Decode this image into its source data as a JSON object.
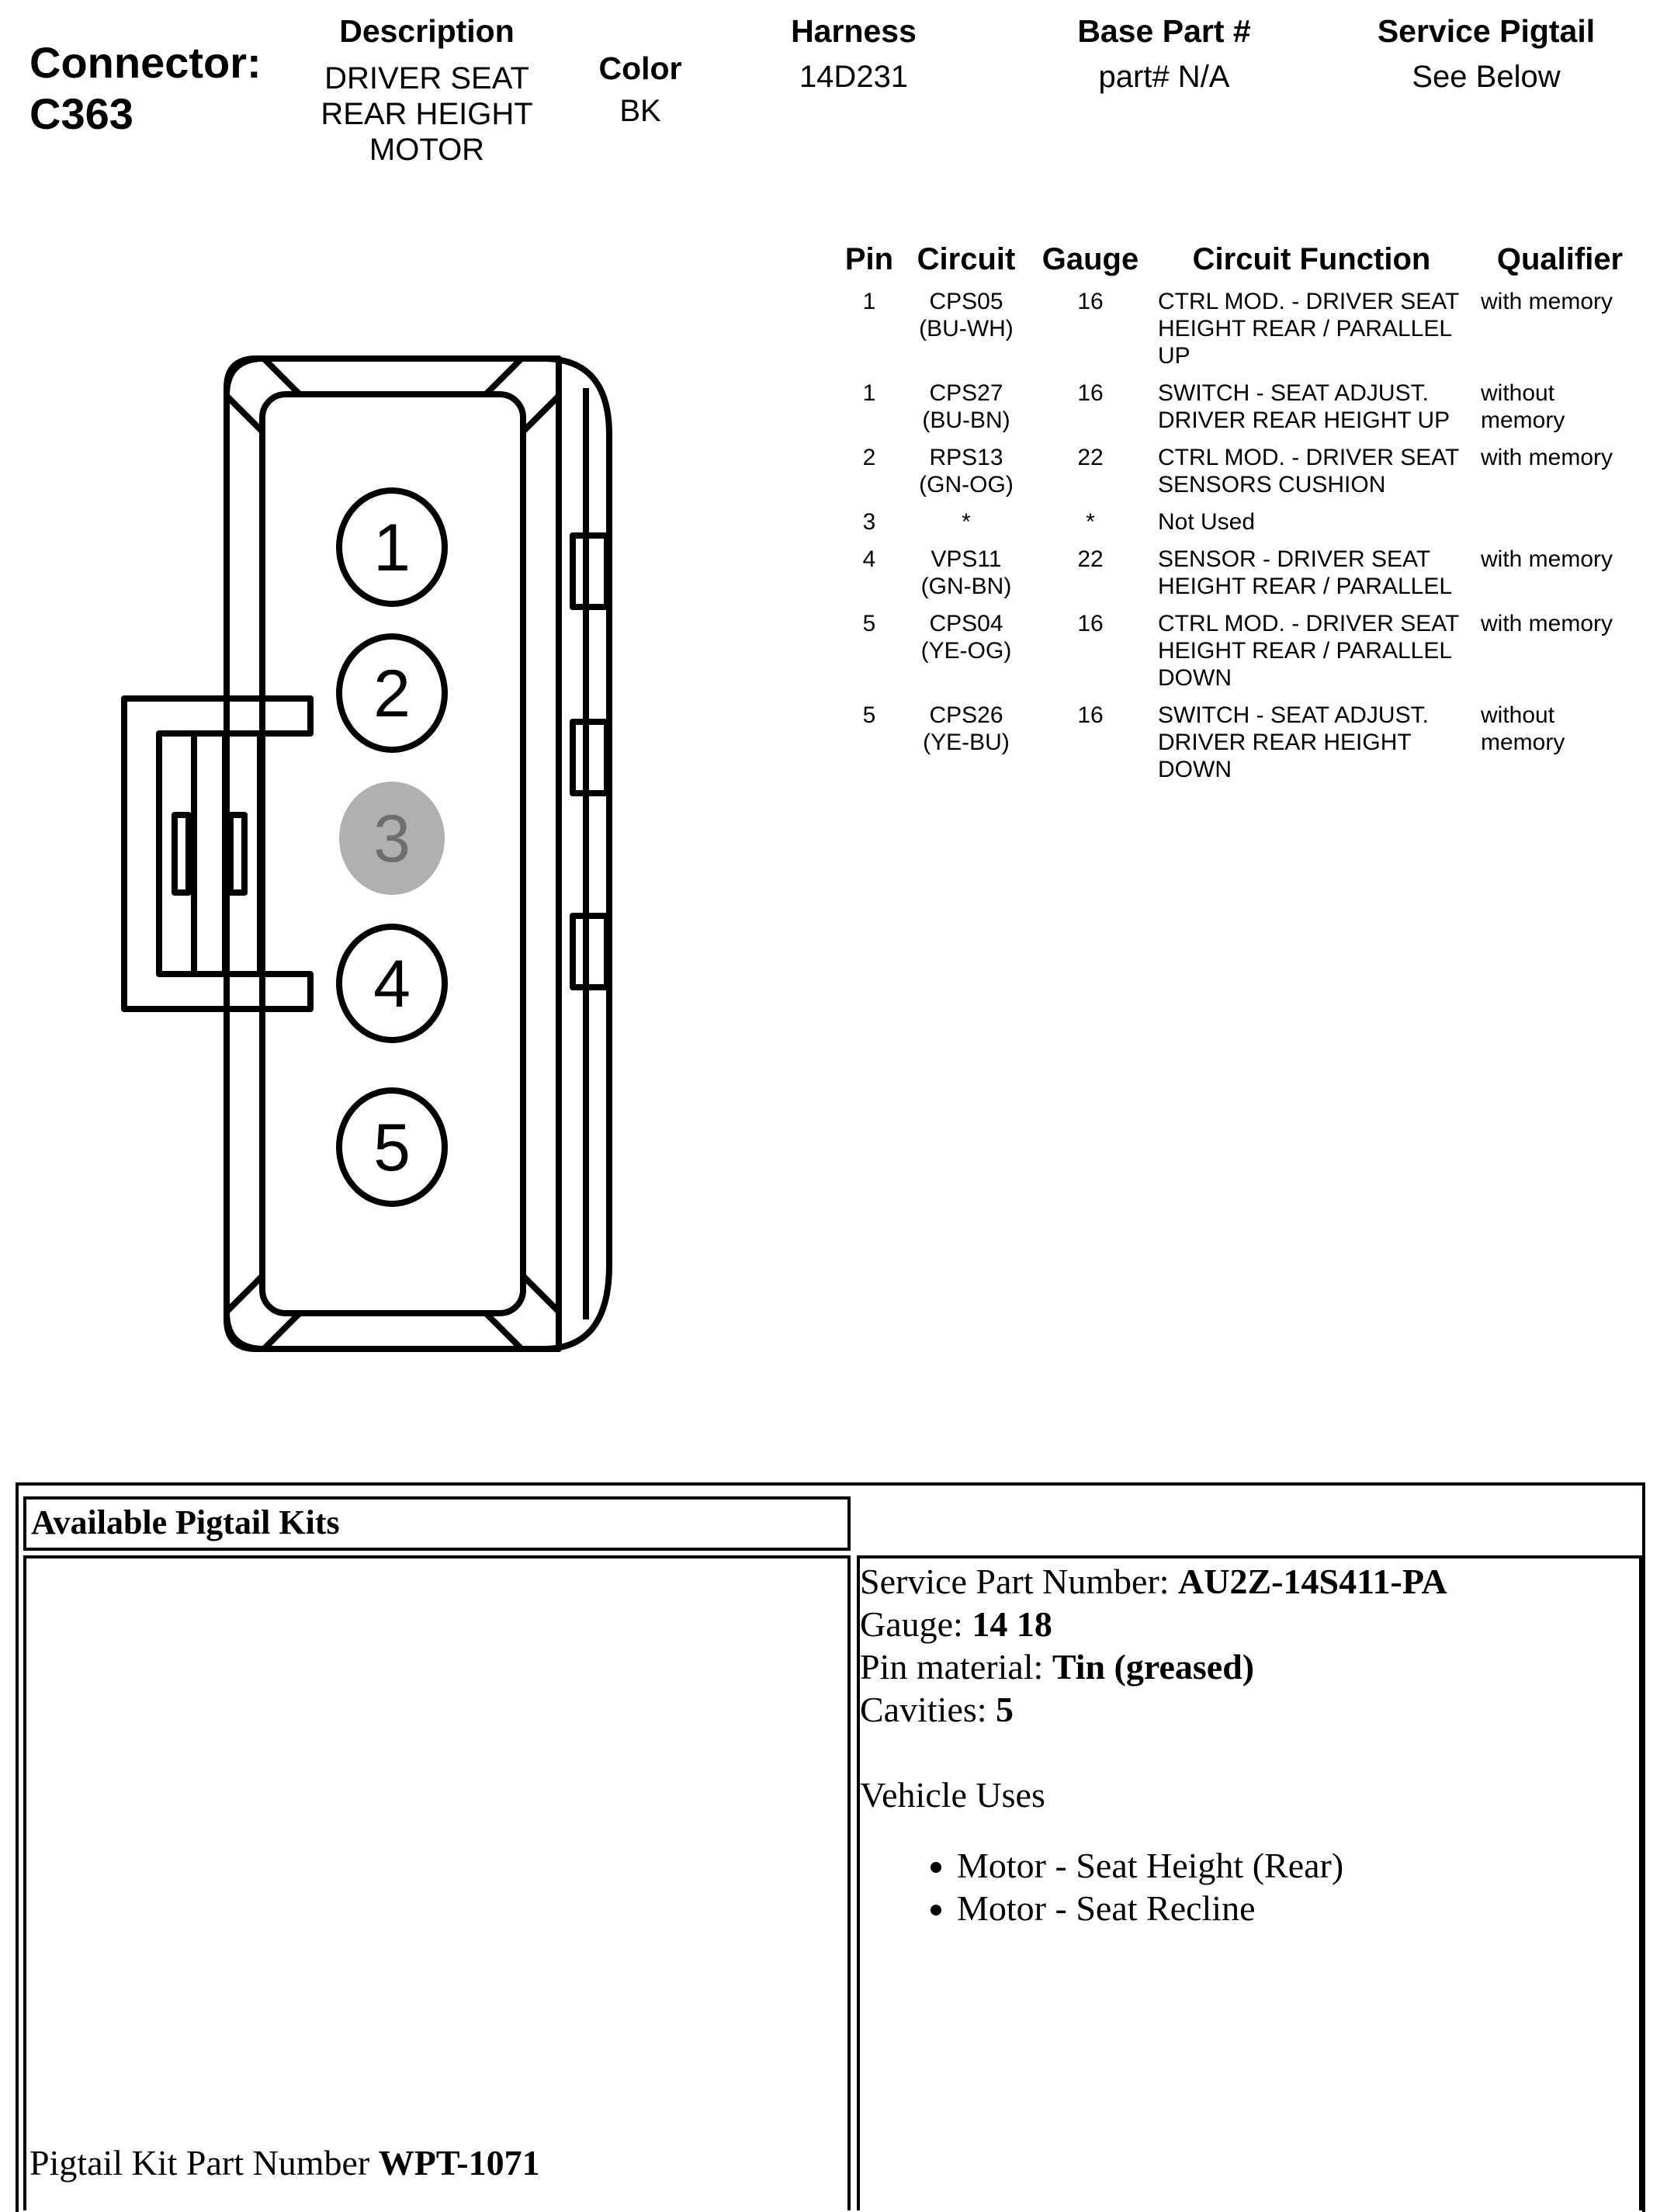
{
  "header": {
    "connector_label": "Connector:",
    "connector_id": "C363",
    "description_label": "Description",
    "description_value": "DRIVER SEAT\nREAR HEIGHT\nMOTOR",
    "color_label": "Color",
    "color_value": "BK",
    "harness_label": "Harness",
    "harness_value": "14D231",
    "base_part_label": "Base Part #",
    "base_part_value": "part# N/A",
    "service_pigtail_label": "Service Pigtail",
    "service_pigtail_value": "See Below"
  },
  "pin_table": {
    "headers": {
      "pin": "Pin",
      "circuit": "Circuit",
      "gauge": "Gauge",
      "function": "Circuit Function",
      "qualifier": "Qualifier"
    },
    "rows": [
      {
        "pin": "1",
        "circuit": "CPS05\n(BU-WH)",
        "gauge": "16",
        "function": "CTRL MOD. - DRIVER SEAT\nHEIGHT REAR / PARALLEL\nUP",
        "qualifier": "with memory"
      },
      {
        "pin": "1",
        "circuit": "CPS27\n(BU-BN)",
        "gauge": "16",
        "function": "SWITCH - SEAT ADJUST.\nDRIVER REAR HEIGHT UP",
        "qualifier": "without\nmemory"
      },
      {
        "pin": "2",
        "circuit": "RPS13\n(GN-OG)",
        "gauge": "22",
        "function": "CTRL MOD. - DRIVER SEAT\nSENSORS CUSHION",
        "qualifier": "with memory"
      },
      {
        "pin": "3",
        "circuit": "*",
        "gauge": "*",
        "function": "Not Used",
        "qualifier": ""
      },
      {
        "pin": "4",
        "circuit": "VPS11\n(GN-BN)",
        "gauge": "22",
        "function": "SENSOR - DRIVER SEAT\nHEIGHT REAR / PARALLEL",
        "qualifier": "with memory"
      },
      {
        "pin": "5",
        "circuit": "CPS04\n(YE-OG)",
        "gauge": "16",
        "function": "CTRL MOD. - DRIVER SEAT\nHEIGHT REAR / PARALLEL\nDOWN",
        "qualifier": "with memory"
      },
      {
        "pin": "5",
        "circuit": "CPS26\n(YE-BU)",
        "gauge": "16",
        "function": "SWITCH - SEAT ADJUST.\nDRIVER REAR HEIGHT\nDOWN",
        "qualifier": "without\nmemory"
      }
    ]
  },
  "connector_diagram": {
    "pins": [
      "1",
      "2",
      "3",
      "4",
      "5"
    ],
    "unused_pin": "3",
    "unused_pin_color": "#b0b0b0",
    "stroke_color": "#000000"
  },
  "pigtail_kits": {
    "title": "Available Pigtail Kits",
    "kit_part_label": "Pigtail Kit Part Number ",
    "kit_part_value": "WPT-1071",
    "service_part_label": "Service Part Number: ",
    "service_part_value": "AU2Z-14S411-PA",
    "gauge_label": "Gauge: ",
    "gauge_value": "14 18",
    "pin_material_label": "Pin material: ",
    "pin_material_value": "Tin (greased)",
    "cavities_label": "Cavities: ",
    "cavities_value": "5",
    "vehicle_uses_label": "Vehicle Uses",
    "vehicle_uses": [
      "Motor - Seat Height (Rear)",
      "Motor - Seat Recline"
    ]
  }
}
